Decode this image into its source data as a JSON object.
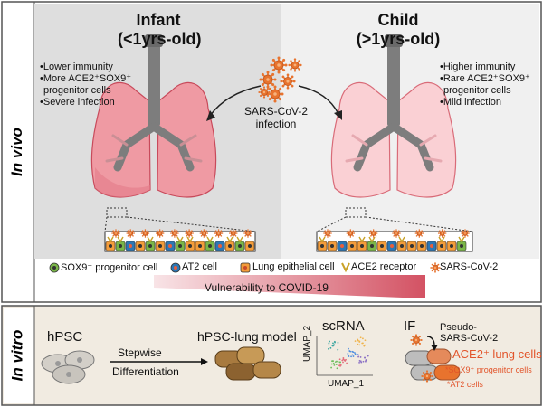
{
  "side_labels": {
    "top": "In vivo",
    "bottom": "In vitro"
  },
  "infant": {
    "title": "Infant",
    "subtitle": "(<1yrs-old)",
    "bullets": [
      "•Lower immunity",
      "•More ACE2⁺SOX9⁺",
      "progenitor cells",
      "•Severe infection"
    ]
  },
  "child": {
    "title": "Child",
    "subtitle": "(>1yrs-old)",
    "bullets": [
      "•Higher immunity",
      "•Rare ACE2⁺SOX9⁺",
      "progenitor cells",
      "•Mild infection"
    ]
  },
  "virus_label": {
    "line1": "SARS-CoV-2",
    "line2": "infection"
  },
  "legend": {
    "sox9": "SOX9⁺ progenitor cell",
    "at2": "AT2 cell",
    "lung_epi": "Lung epithelial cell",
    "ace2": "ACE2 receptor",
    "sars": "SARS-CoV-2"
  },
  "vulnerability": "Vulnerability to COVID-19",
  "vitro": {
    "hpsc": "hPSC",
    "step1": "Stepwise",
    "step2": "Differentiation",
    "model": "hPSC-lung model",
    "scrna": "scRNA",
    "umap1": "UMAP_1",
    "umap2": "UMAP_2",
    "if": "IF",
    "pseudo1": "Pseudo-",
    "pseudo2": "SARS-CoV-2",
    "ace2_cells": "ACE2⁺ lung cells",
    "sox9_prog": "*SOX9⁺ progenitor cells",
    "at2_cells": "*AT2 cells"
  },
  "colors": {
    "panel_left": "#dcdcdc",
    "panel_right": "#efefef",
    "lung_pink": "#f3a6ad",
    "lung_light": "#fbd6da",
    "trachea": "#7b7b7b",
    "virus": "#e8732e",
    "sox9": "#7ab648",
    "at2": "#2c77b5",
    "epi": "#f39c3a",
    "ace2": "#f2c94c",
    "vitro_bg": "#efe8dd"
  }
}
